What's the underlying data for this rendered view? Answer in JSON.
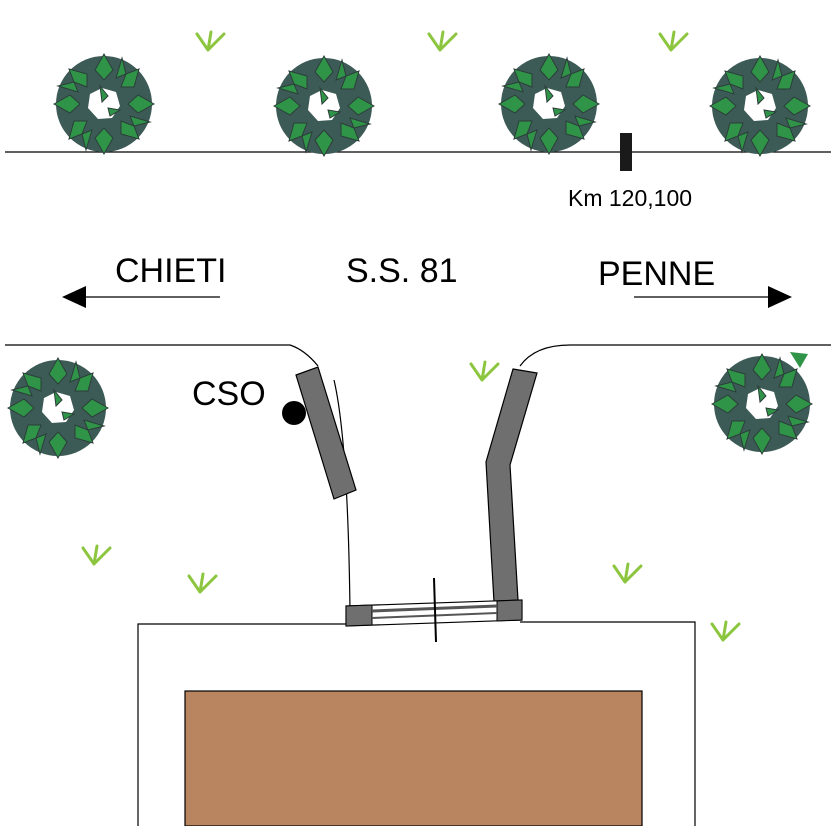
{
  "labels": {
    "road_name": "S.S. 81",
    "left_direction": "CHIETI",
    "right_direction": "PENNE",
    "km_marker": "Km 120,100",
    "point_label": "CSO"
  },
  "colors": {
    "tree_dark": "#3d5b56",
    "tree_leaf": "#2f9447",
    "grass": "#8cc63f",
    "gate_bar": "#6f6f6f",
    "building": "#b98460",
    "line": "#000000"
  },
  "icons": {
    "tree": "shrub-icon",
    "grass": "grass-tuft-icon",
    "post": "km-post-icon",
    "arrow_left": "arrow-left-icon",
    "arrow_right": "arrow-right-icon",
    "point": "dot-marker-icon"
  }
}
